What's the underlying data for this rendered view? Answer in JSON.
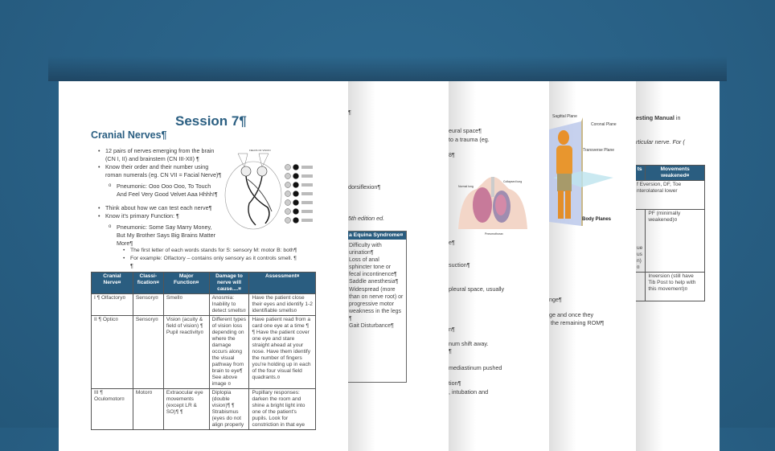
{
  "page1": {
    "title": "Session 7¶",
    "heading": "Cranial Nerves¶",
    "bullets": [
      "12 pairs of nerves emerging from the brain",
      "(CN I, II) and brainstem (CN III-XII) ¶",
      "Know their order and their number using",
      "roman numerals (eg. CN VII = Facial Nerve)¶",
      "Pneumonic: Ooo Ooo Ooo, To Touch",
      "And Feel Very Good Velvet Aaa Hhhh!¶",
      "Think about how we can test each nerve¶",
      "Know it's primary Function: ¶",
      "Pneumonic: Some Say Marry Money,",
      "But My Brother Says Big Brains Matter",
      "More¶",
      "The first letter of each words stands for S: sensory M: motor B: both¶",
      "For example: Olfactory – contains only sensory as it controls smell. ¶",
      "¶"
    ],
    "figure_label": "FIELDS OF VISION",
    "table": {
      "headers": [
        "Cranial Nerve¤",
        "Classi-fication¤",
        "Major Function¤",
        "Damage to nerve will cause....¤",
        "Assessment¤"
      ],
      "rows": [
        [
          "I ¶ Olfactory¤",
          "Sensory¤",
          "Smell¤",
          "Anosmia: Inability to detect smells¤",
          "Have the patient close their eyes and identify 1-2 identifiable smells¤"
        ],
        [
          "II ¶ Optic¤",
          "Sensory¤",
          "Vision (acuity & field of vision) ¶ Pupil reactivity¤",
          "Different types of vision loss depending on where the damage occurs along the visual pathway from brain to eye¶ See above image ¤",
          "Have patient read from a card one eye at a time ¶ ¶ Have the patient cover one eye and stare straight ahead at your nose. Have them identify the number of fingers you're holding up in each of the four visual field quadrants.¤"
        ],
        [
          "III ¶ Oculomotor¤",
          "Motor¤",
          "Extraocular eye movements (except LR & SO)¶ ¶",
          "Diplopia (double vision)¶ ¶ Strabismus (eyes do not align properly",
          "Pupillary responses: darken the room and shine a bright light into one of the patient's pupils. Look for constriction in that eye"
        ]
      ]
    }
  },
  "page2": {
    "lines": [
      "¶",
      "dorsiflexion¶",
      "5th edition ed."
    ],
    "table_header": "a Equina Syndrome¤",
    "table_body": [
      "Difficulty with",
      "urination¶",
      "Loss of anal",
      "sphincter tone or",
      "fecal incontinence¶",
      "Saddle anesthesia¶",
      "Widespread (more",
      "than on nerve root) or",
      "progressive motor",
      "weakness in the legs ¶",
      "Gait Disturbance¶"
    ]
  },
  "page3": {
    "lines": [
      "eural space¶",
      "to a trauma (eg.",
      "8¶",
      "e¶",
      "suction¶",
      "pleural space, usually",
      "n¶",
      "num shift away.",
      "¶",
      "mediastinum pushed",
      "tion¶",
      ", intubation and"
    ],
    "figure_labels": [
      "Normal lung",
      "Collapsed lung",
      "Pneumothorax"
    ]
  },
  "page4": {
    "figure_labels": [
      "Sagittal Plane",
      "Coronal Plane",
      "Transverse Plane",
      "Body Planes"
    ],
    "lines": [
      "nge¶",
      "ge and once they",
      "the remaining ROM¶"
    ]
  },
  "page5": {
    "line1_bold": "esting Manual",
    "line1_rest": " in",
    "line2": "rticular nerve. For (",
    "table": {
      "headers": [
        "ts",
        "Movements weakened¤"
      ],
      "rows": [
        [
          "f Eversion, DF, Toe nterolateral lower",
          ""
        ],
        [
          "ue us n)¤",
          "PF (minimally weakened)¤"
        ],
        [
          "",
          "Inversion (still have Tib Post to help with this movement)¤"
        ]
      ]
    }
  },
  "colors": {
    "background": "#285f84",
    "accent": "#2b5f82",
    "table_header": "#2a5d80"
  }
}
